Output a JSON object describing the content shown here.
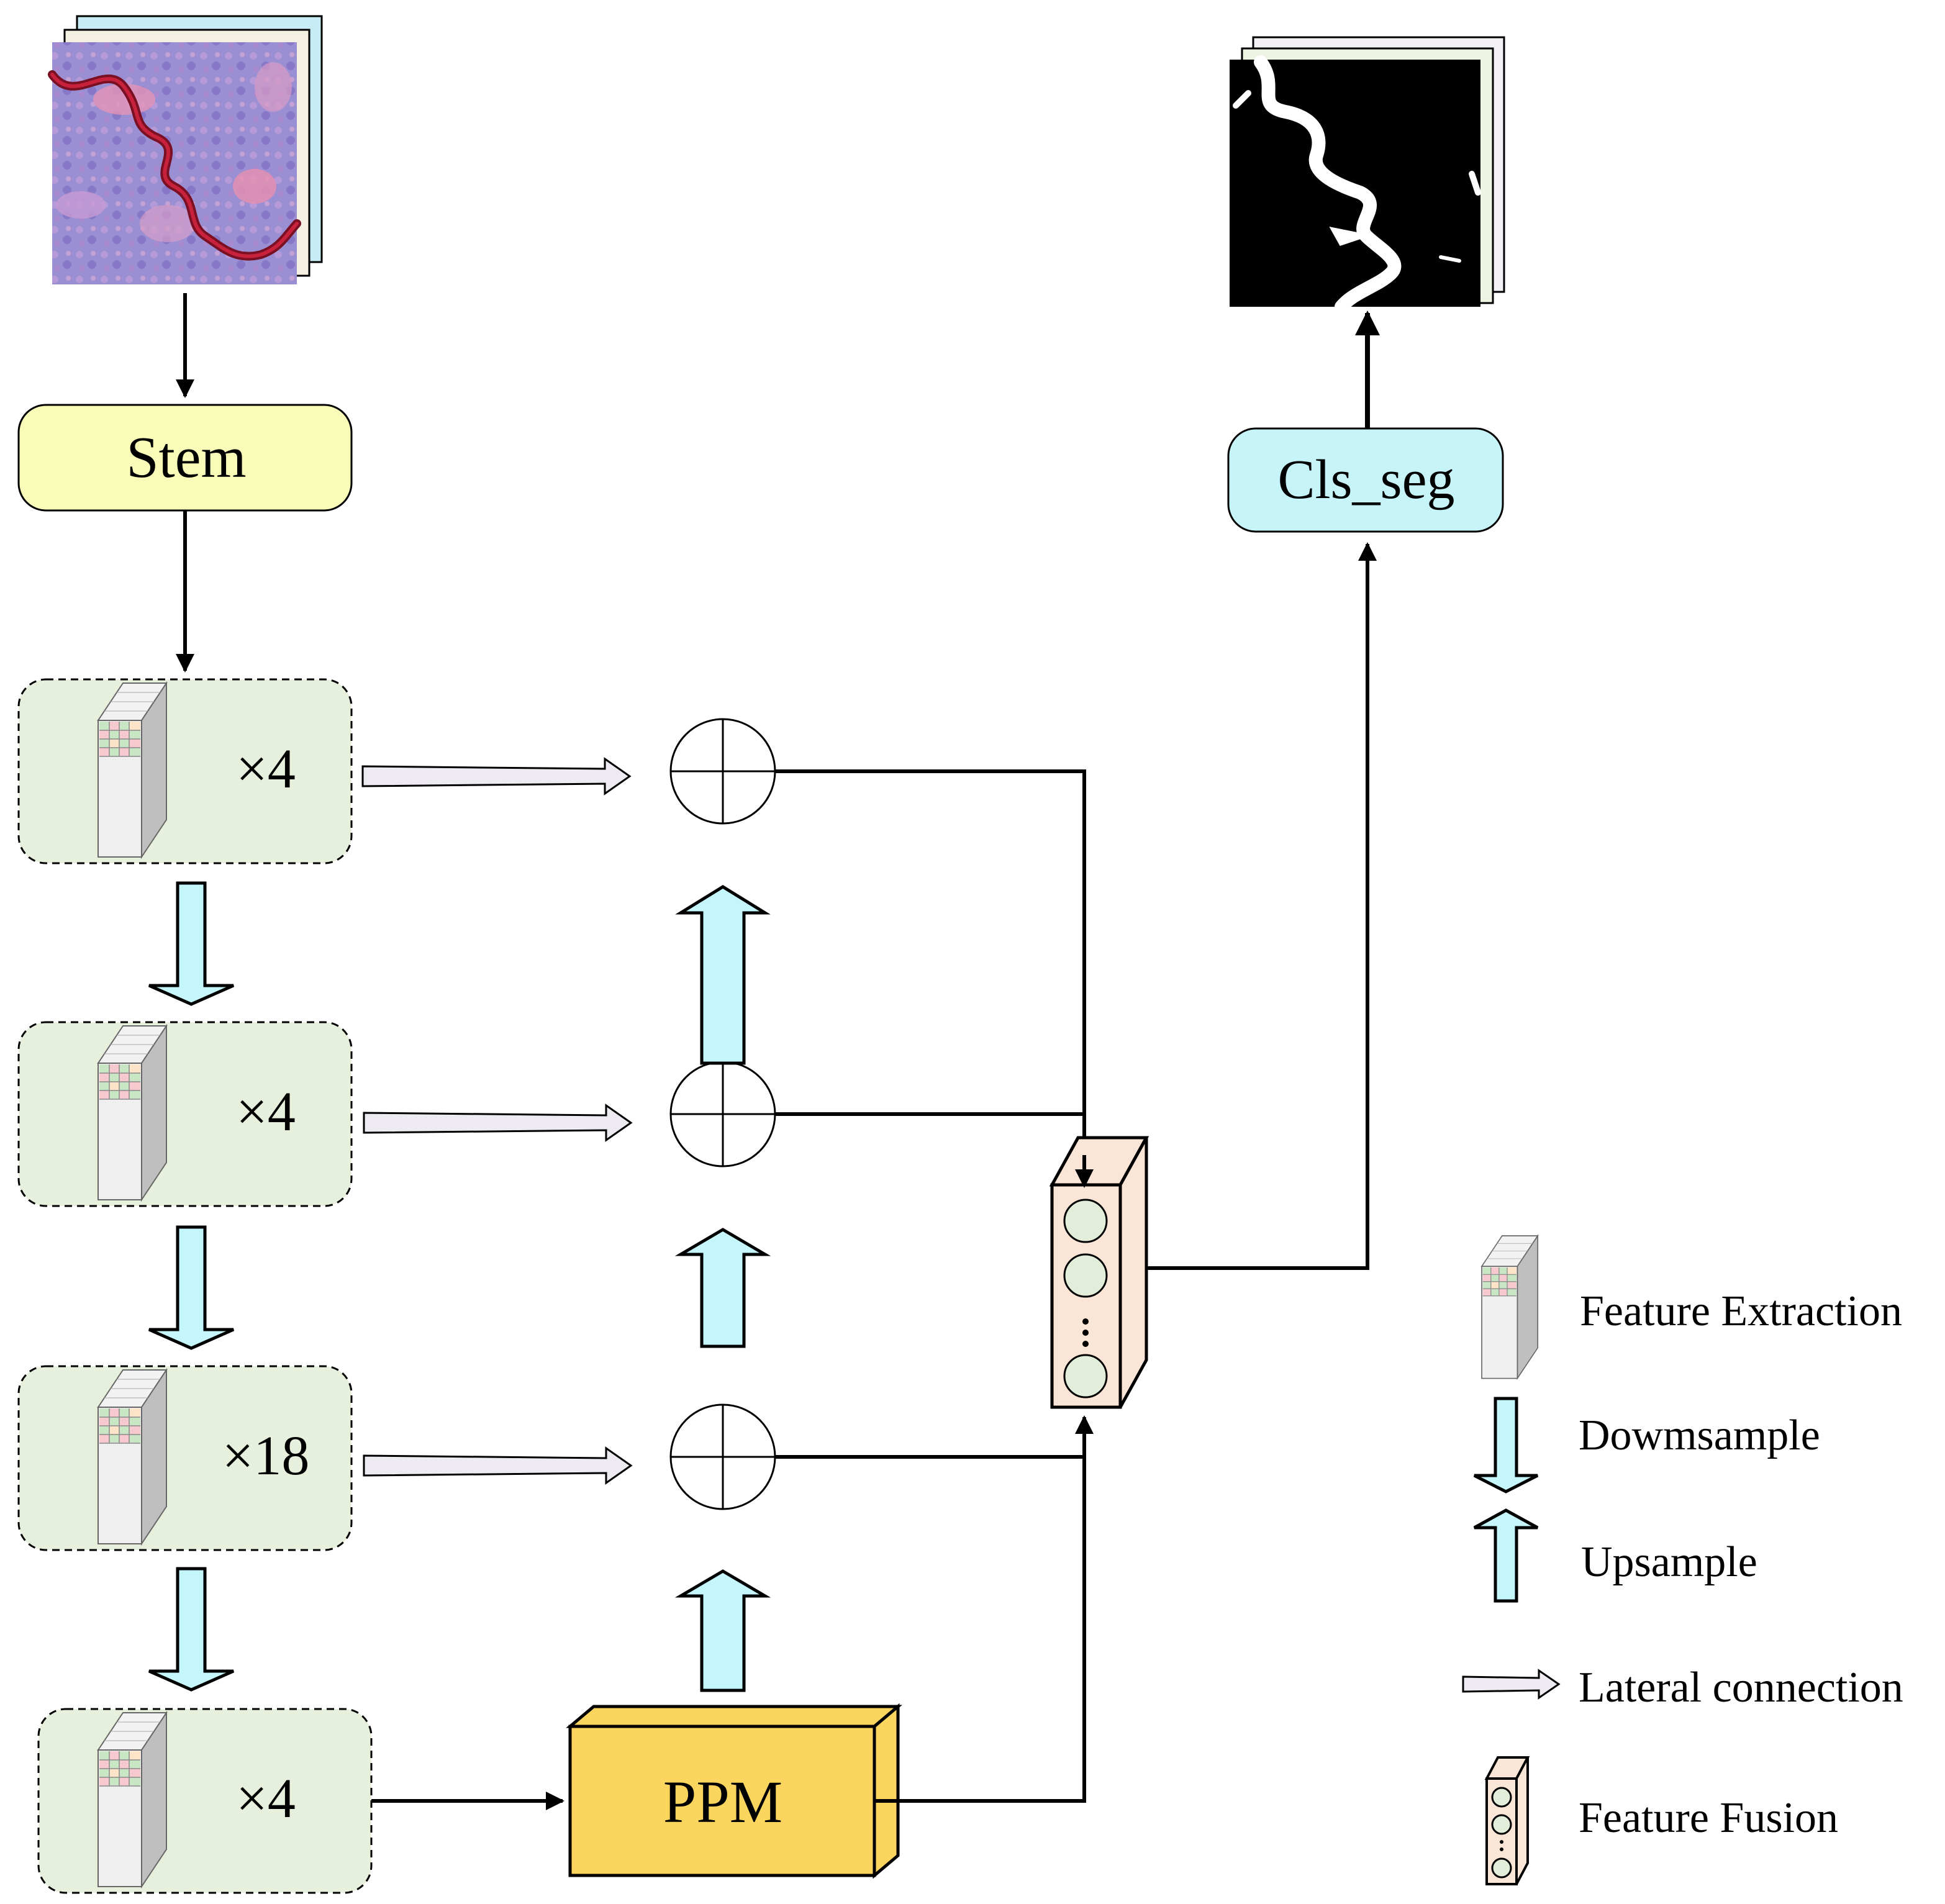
{
  "nodes": {
    "stem": "Stem",
    "cls_seg": "Cls_seg",
    "ppm": "PPM"
  },
  "stages": [
    {
      "repeat": "×4"
    },
    {
      "repeat": "×4"
    },
    {
      "repeat": "×18"
    },
    {
      "repeat": "×4"
    }
  ],
  "legend": {
    "feature_extraction": "Feature Extraction",
    "downsample": "Dowmsample",
    "upsample": "Upsample",
    "lateral": "Lateral connection",
    "fusion": "Feature Fusion"
  },
  "colors": {
    "stem_fill": "#f8fcb8",
    "cls_fill": "#c6f4f8",
    "stage_fill": "#e6f0dc",
    "ppm_fill": "#fbd55e",
    "arrow_fill": "#c4f6fb",
    "lateral_fill": "#eeeaf2",
    "fusion_fill": "#fbe5d6",
    "fusion_circle": "#e2eed9"
  }
}
